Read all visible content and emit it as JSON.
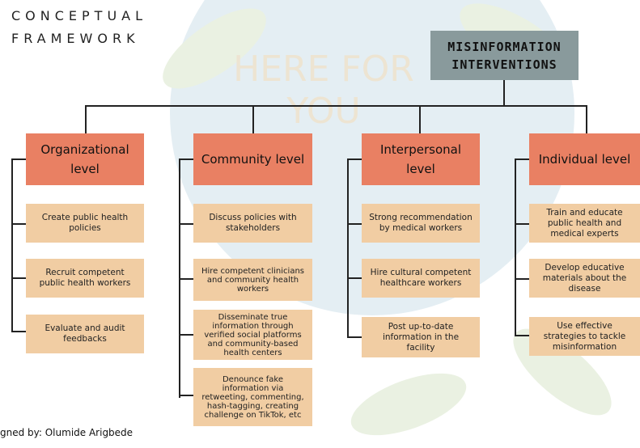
{
  "header": {
    "title": "CONCEPTUAL FRAMEWORK"
  },
  "background": {
    "watermark": "HERE FOR YOU"
  },
  "root": {
    "label": "MISINFORMATION INTERVENTIONS"
  },
  "levels": [
    {
      "label": "Organizational level",
      "items": [
        "Create public health policies",
        "Recruit competent public health workers",
        "Evaluate and audit feedbacks"
      ]
    },
    {
      "label": "Community level",
      "items": [
        "Discuss policies with stakeholders",
        "Hire competent clinicians and community health workers",
        "Disseminate true information through verified social platforms and community-based health centers",
        "Denounce fake information via retweeting, commenting, hash-tagging, creating challenge on TikTok, etc"
      ]
    },
    {
      "label": "Interpersonal level",
      "items": [
        "Strong recommendation by medical workers",
        "Hire cultural competent healthcare workers",
        "Post up-to-date information in the facility"
      ]
    },
    {
      "label": "Individual level",
      "items": [
        "Train and educate public health and medical experts",
        "Develop educative materials about the disease",
        "Use effective strategies to tackle misinformation"
      ]
    }
  ],
  "footer": {
    "credit": "gned by: Olumide Arigbede"
  },
  "colors": {
    "root": "#899a9c",
    "level": "#e98063",
    "item": "#f1cda3",
    "connector": "#222222"
  }
}
